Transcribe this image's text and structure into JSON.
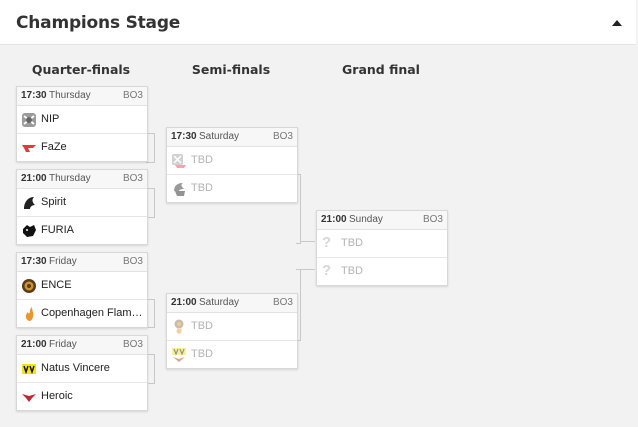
{
  "stage": {
    "title": "Champions Stage"
  },
  "columns": {
    "quarter": "Quarter-finals",
    "semi": "Semi-finals",
    "final": "Grand final"
  },
  "quarterfinals": [
    {
      "time": "17:30",
      "day": "Thursday",
      "format": "BO3",
      "team1": "NIP",
      "team2": "FaZe",
      "logo1": "nip-logo-icon",
      "logo2": "faze-logo-icon"
    },
    {
      "time": "21:00",
      "day": "Thursday",
      "format": "BO3",
      "team1": "Spirit",
      "team2": "FURIA",
      "logo1": "spirit-logo-icon",
      "logo2": "furia-logo-icon"
    },
    {
      "time": "17:30",
      "day": "Friday",
      "format": "BO3",
      "team1": "ENCE",
      "team2": "Copenhagen Flam…",
      "logo1": "ence-logo-icon",
      "logo2": "copenhagen-flames-logo-icon"
    },
    {
      "time": "21:00",
      "day": "Friday",
      "format": "BO3",
      "team1": "Natus Vincere",
      "team2": "Heroic",
      "logo1": "natus-vincere-logo-icon",
      "logo2": "heroic-logo-icon"
    }
  ],
  "semifinals": [
    {
      "time": "17:30",
      "day": "Saturday",
      "format": "BO3",
      "team1": "TBD",
      "team2": "TBD"
    },
    {
      "time": "21:00",
      "day": "Saturday",
      "format": "BO3",
      "team1": "TBD",
      "team2": "TBD"
    }
  ],
  "final": {
    "time": "21:00",
    "day": "Sunday",
    "format": "BO3",
    "team1": "TBD",
    "team2": "TBD"
  }
}
